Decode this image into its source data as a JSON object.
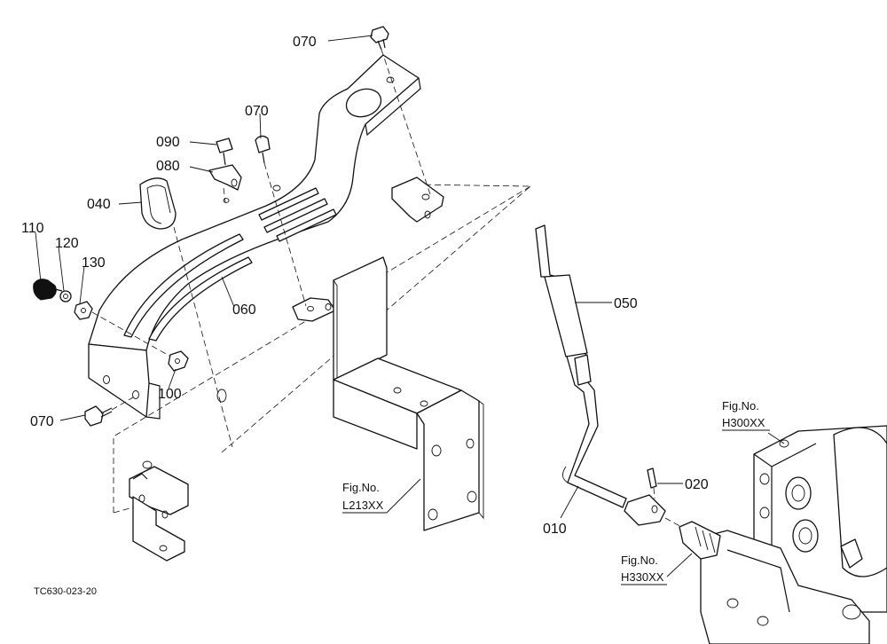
{
  "parts": {
    "p070_top": "070",
    "p070_mid": "070",
    "p070_bottom": "070",
    "p090": "090",
    "p080": "080",
    "p040": "040",
    "p110": "110",
    "p120": "120",
    "p130": "130",
    "p060": "060",
    "p100": "100",
    "p050": "050",
    "p020": "020",
    "p010": "010"
  },
  "references": {
    "h300": {
      "caption": "Fig.No.",
      "code": "H300XX"
    },
    "l213": {
      "caption": "Fig.No.",
      "code": "L213XX"
    },
    "h330": {
      "caption": "Fig.No.",
      "code": "H330XX"
    }
  },
  "drawing_code": "TC630-023-20",
  "colors": {
    "ink": "#111111",
    "paper": "#ffffff"
  }
}
